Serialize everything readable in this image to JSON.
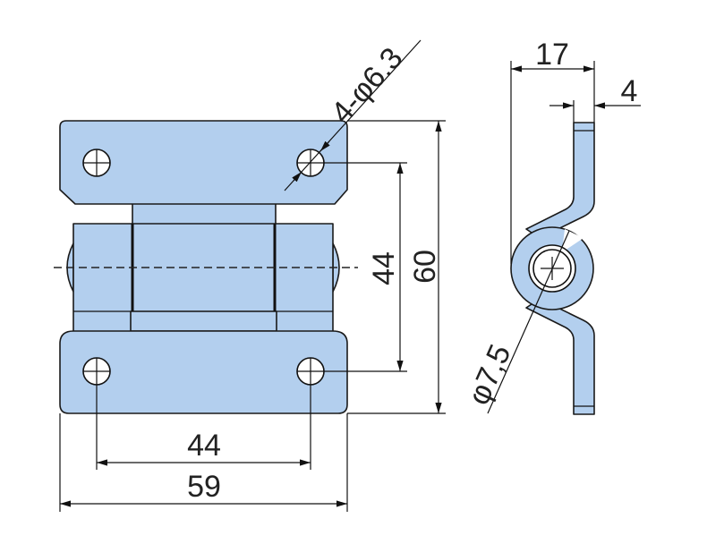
{
  "drawing": {
    "front_view": {
      "hole_callout": "4-φ6.3",
      "hole_spacing_vertical": "44",
      "overall_height": "60",
      "hole_spacing_horizontal": "44",
      "overall_width": "59"
    },
    "side_view": {
      "overall_depth": "17",
      "thickness": "4",
      "pin_diameter": "φ7,5"
    },
    "colors": {
      "part_fill": "#b3cfee",
      "line": "#111111"
    }
  }
}
